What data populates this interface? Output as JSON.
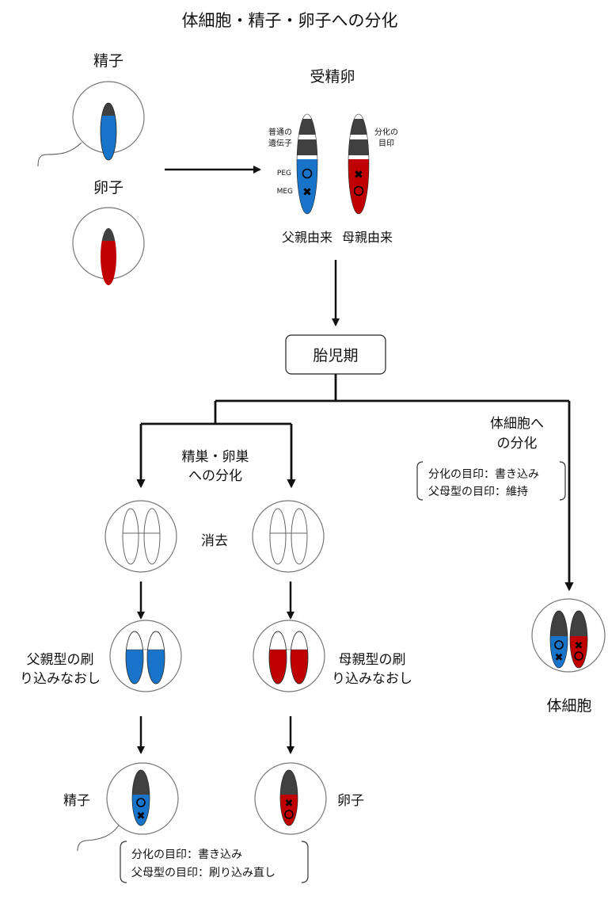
{
  "title": "体細胞・精子・卵子への分化",
  "colors": {
    "paternal": "#1874c8",
    "maternal": "#c00000",
    "common_gene": "#404040",
    "line": "#111111",
    "cell_border": "#777777"
  },
  "gametes": {
    "sperm_label": "精子",
    "egg_label": "卵子"
  },
  "zygote": {
    "label": "受精卵",
    "normal_gene_label": "普通の\n遺伝子",
    "normal_gene_line1": "普通の",
    "normal_gene_line2": "遺伝子",
    "mark_label_line1": "分化の",
    "mark_label_line2": "目印",
    "peg_label": "PEG",
    "meg_label": "MEG",
    "paternal_label": "父親由来",
    "maternal_label": "母親由来",
    "paternal_chromosome": {
      "PEG": "○",
      "MEG": "✖"
    },
    "maternal_chromosome": {
      "PEG": "✖",
      "MEG": "○"
    }
  },
  "fetal_box": {
    "label": "胎児期"
  },
  "germline_branch": {
    "label_line1": "精巣・卵巣",
    "label_line2": "への分化",
    "erase_label": "消去",
    "paternal_reimprint_line1": "父親型の刷",
    "paternal_reimprint_line2": "り込みなおし",
    "maternal_reimprint_line1": "母親型の刷",
    "maternal_reimprint_line2": "り込みなおし",
    "sperm_label": "精子",
    "egg_label": "卵子",
    "note_line1": "分化の目印：書き込み",
    "note_line2": "父母型の目印：刷り込み直し"
  },
  "somatic_branch": {
    "label_line1": "体細胞へ",
    "label_line2": "の分化",
    "note_line1": "分化の目印：書き込み",
    "note_line2": "父母型の目印：維持",
    "cell_label": "体細胞"
  }
}
